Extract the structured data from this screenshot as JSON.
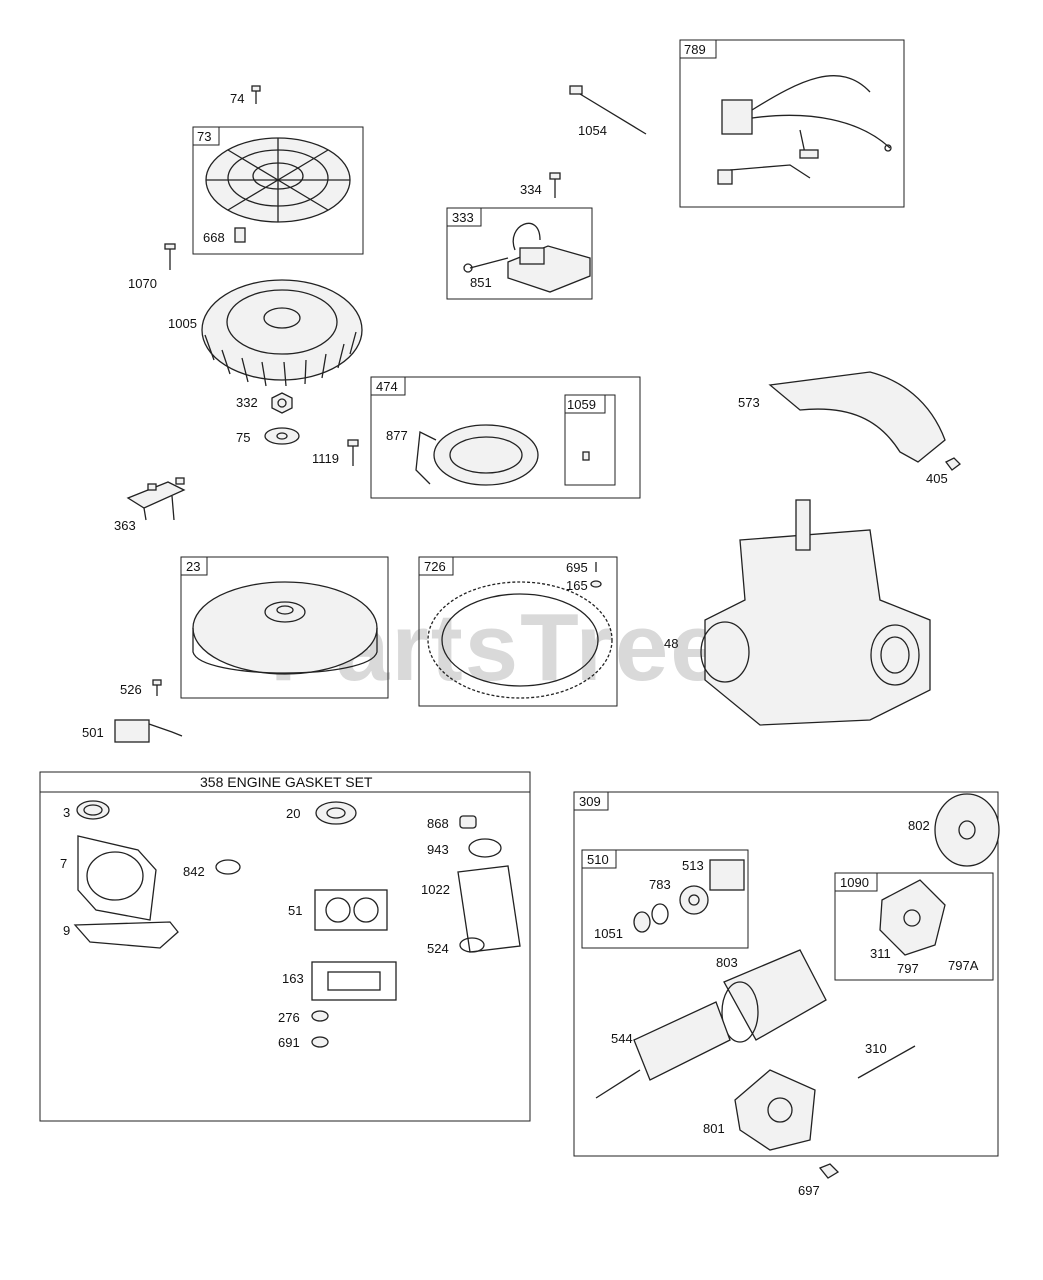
{
  "watermark": "PartsTree",
  "groups": {
    "g73": "73",
    "g789": "789",
    "g333": "333",
    "g474": "474",
    "g1059": "1059",
    "g23": "23",
    "g726": "726",
    "g358": "358 ENGINE GASKET SET",
    "g309": "309",
    "g510": "510",
    "g1090": "1090"
  },
  "parts": {
    "p74": "74",
    "p668": "668",
    "p1070": "1070",
    "p1005": "1005",
    "p332": "332",
    "p75": "75",
    "p1119": "1119",
    "p363": "363",
    "p1054": "1054",
    "p334": "334",
    "p851": "851",
    "p877": "877",
    "p573": "573",
    "p405": "405",
    "p695": "695",
    "p165": "165",
    "p48": "48",
    "p526": "526",
    "p501": "501",
    "p3": "3",
    "p7": "7",
    "p842": "842",
    "p9": "9",
    "p20": "20",
    "p51": "51",
    "p163": "163",
    "p276": "276",
    "p691": "691",
    "p868": "868",
    "p943": "943",
    "p1022": "1022",
    "p524": "524",
    "p802": "802",
    "p513": "513",
    "p783": "783",
    "p1051": "1051",
    "p311": "311",
    "p797": "797",
    "p797A": "797A",
    "p803": "803",
    "p544": "544",
    "p310": "310",
    "p801": "801",
    "p697": "697"
  }
}
